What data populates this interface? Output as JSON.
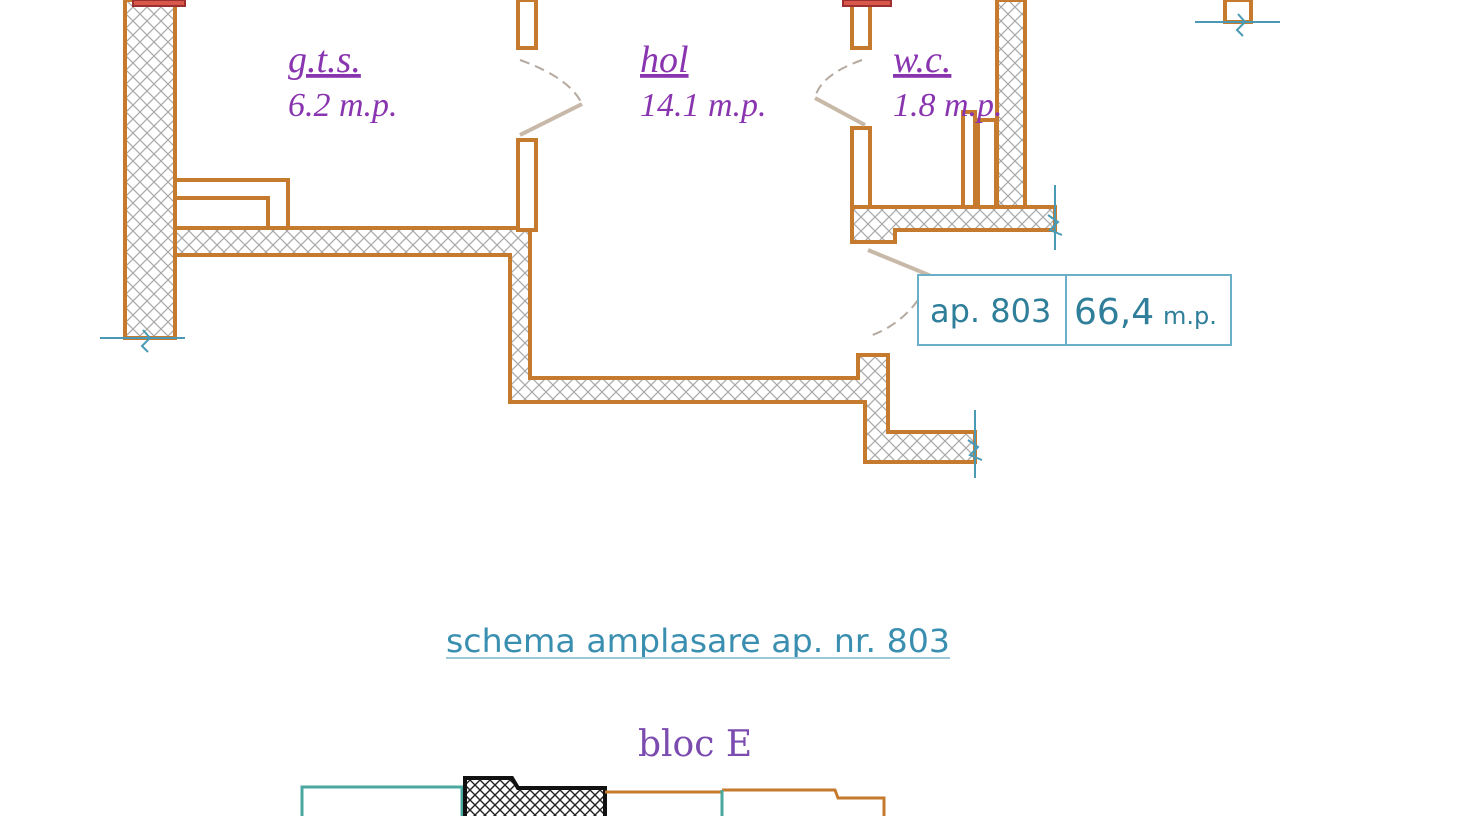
{
  "rooms": {
    "gts": {
      "name": "g.t.s.",
      "area": "6.2 m.p."
    },
    "hol": {
      "name": "hol",
      "area": "14.1 m.p."
    },
    "wc": {
      "name": "w.c.",
      "area": "1.8 m.p."
    }
  },
  "apartment_tag": {
    "number": "ap. 803",
    "area_value": "66,4",
    "area_unit": "m.p."
  },
  "schema_title": "schema amplasare ap. nr. 803",
  "block_label": "bloc E",
  "colors": {
    "wall": "#c67a2e",
    "hatch": "#a9a9a9",
    "room_text": "#8a35b0",
    "tag": "#4a9ab5",
    "door": "#b5aaa0"
  }
}
